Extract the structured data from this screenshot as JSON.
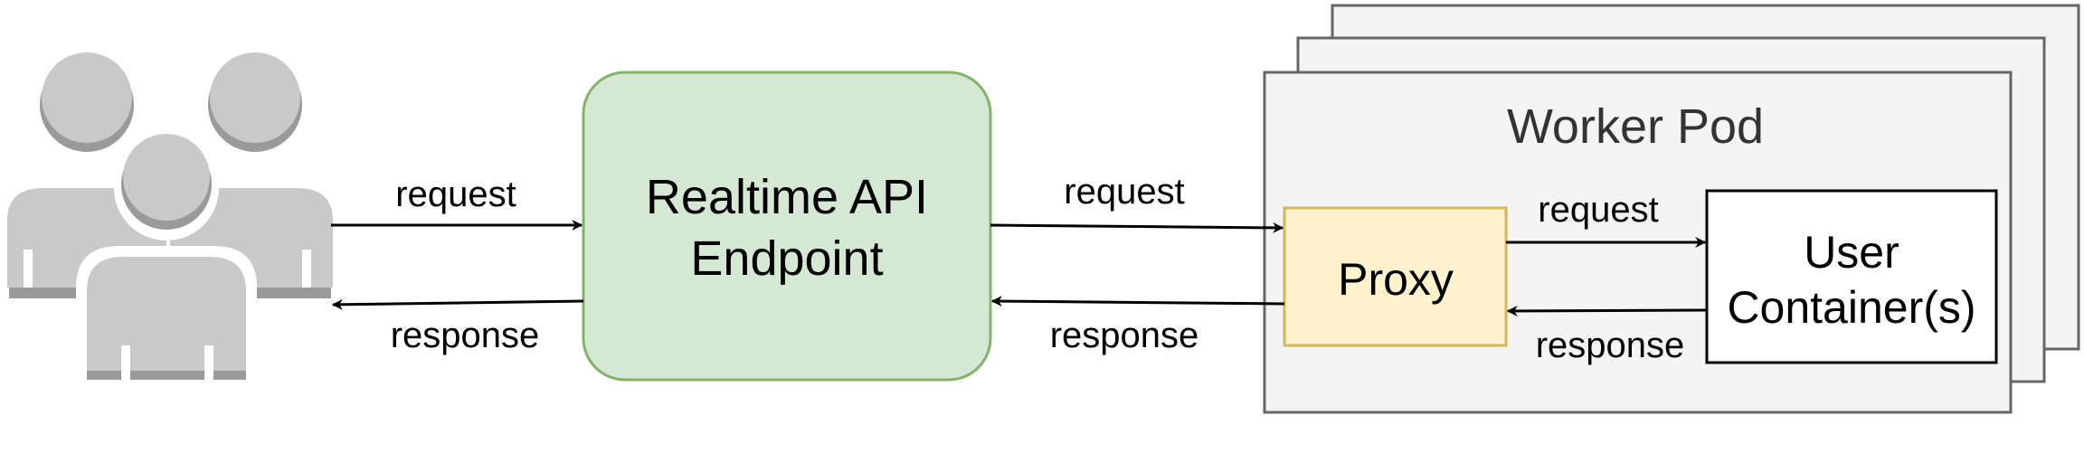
{
  "title": "",
  "nodes": {
    "users": {
      "icon": "users-group-icon"
    },
    "endpoint": {
      "label_line1": "Realtime API",
      "label_line2": "Endpoint"
    },
    "worker_pod": {
      "label": "Worker Pod"
    },
    "proxy": {
      "label": "Proxy"
    },
    "user_container": {
      "label_line1": "User",
      "label_line2": "Container(s)"
    }
  },
  "edges": {
    "users_to_endpoint": "request",
    "endpoint_to_users": "response",
    "endpoint_to_proxy": "request",
    "proxy_to_endpoint": "response",
    "proxy_to_container": "request",
    "container_to_proxy": "response"
  },
  "colors": {
    "endpoint_fill": "#d5e8d4",
    "endpoint_stroke": "#82b366",
    "proxy_fill": "#fff2cc",
    "proxy_stroke": "#d6b656",
    "pod_fill": "#f4f4f4",
    "pod_stroke": "#666666",
    "person_light": "#c9c9c9",
    "person_dark": "#9a9a9a"
  }
}
